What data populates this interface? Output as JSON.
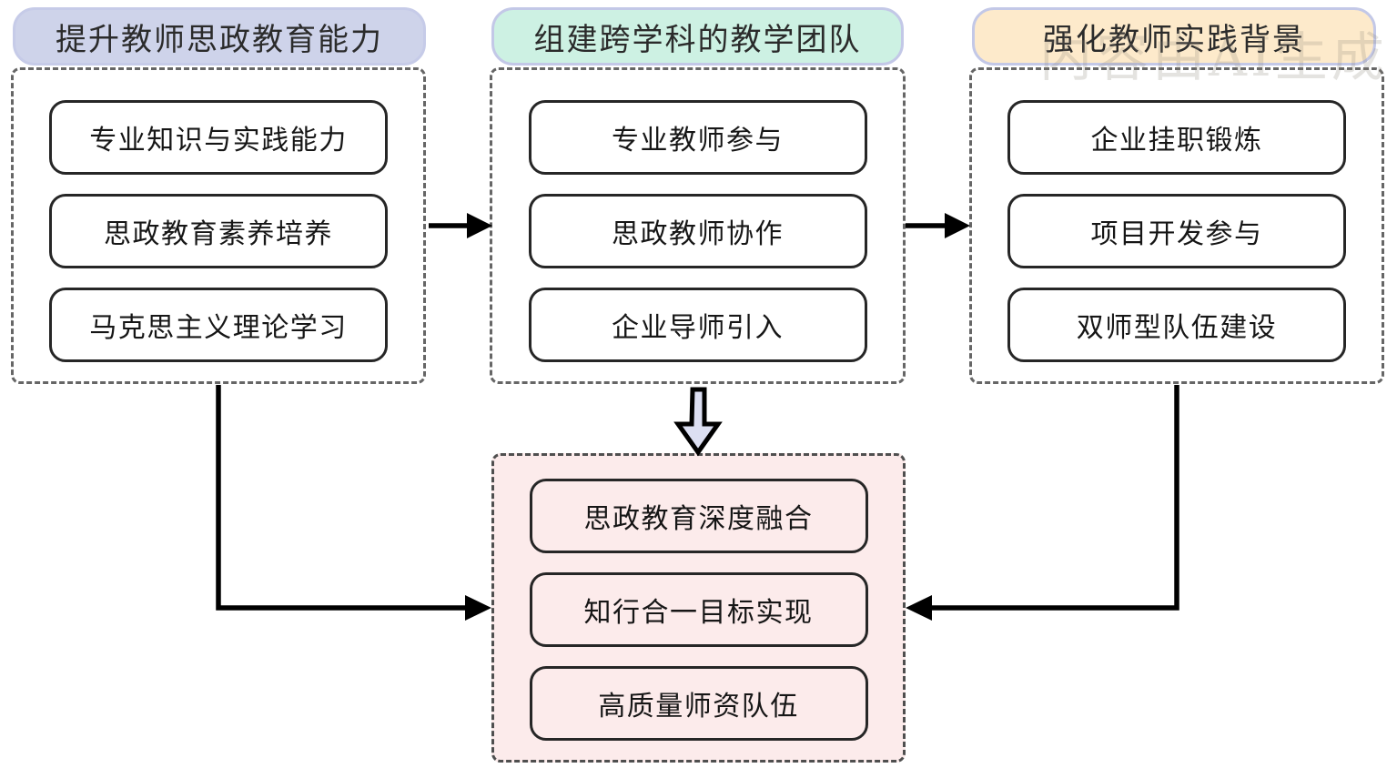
{
  "diagram": {
    "watermark": "内容由AI生成",
    "columns": [
      {
        "id": "improve-ideological-teaching-ability",
        "title": "提升教师思政教育能力",
        "header_color": "#ced3ea",
        "items": [
          "专业知识与实践能力",
          "思政教育素养培养",
          "马克思主义理论学习"
        ]
      },
      {
        "id": "build-interdisciplinary-team",
        "title": "组建跨学科的教学团队",
        "header_color": "#cdf1e3",
        "items": [
          "专业教师参与",
          "思政教师协作",
          "企业导师引入"
        ]
      },
      {
        "id": "strengthen-practical-background",
        "title": "强化教师实践背景",
        "header_color": "#fdeacb",
        "items": [
          "企业挂职锻炼",
          "项目开发参与",
          "双师型队伍建设"
        ]
      }
    ],
    "result": {
      "id": "high-quality-faculty-outcome",
      "fill_color": "#fcebeb",
      "items": [
        "思政教育深度融合",
        "知行合一目标实现",
        "高质量师资队伍"
      ]
    },
    "colors": {
      "header_border": "#c3c8e7",
      "dashed_border": "#666666",
      "node_border": "#262626",
      "arrow": "#000000",
      "hollow_arrow_fill": "#dcdff2"
    }
  }
}
